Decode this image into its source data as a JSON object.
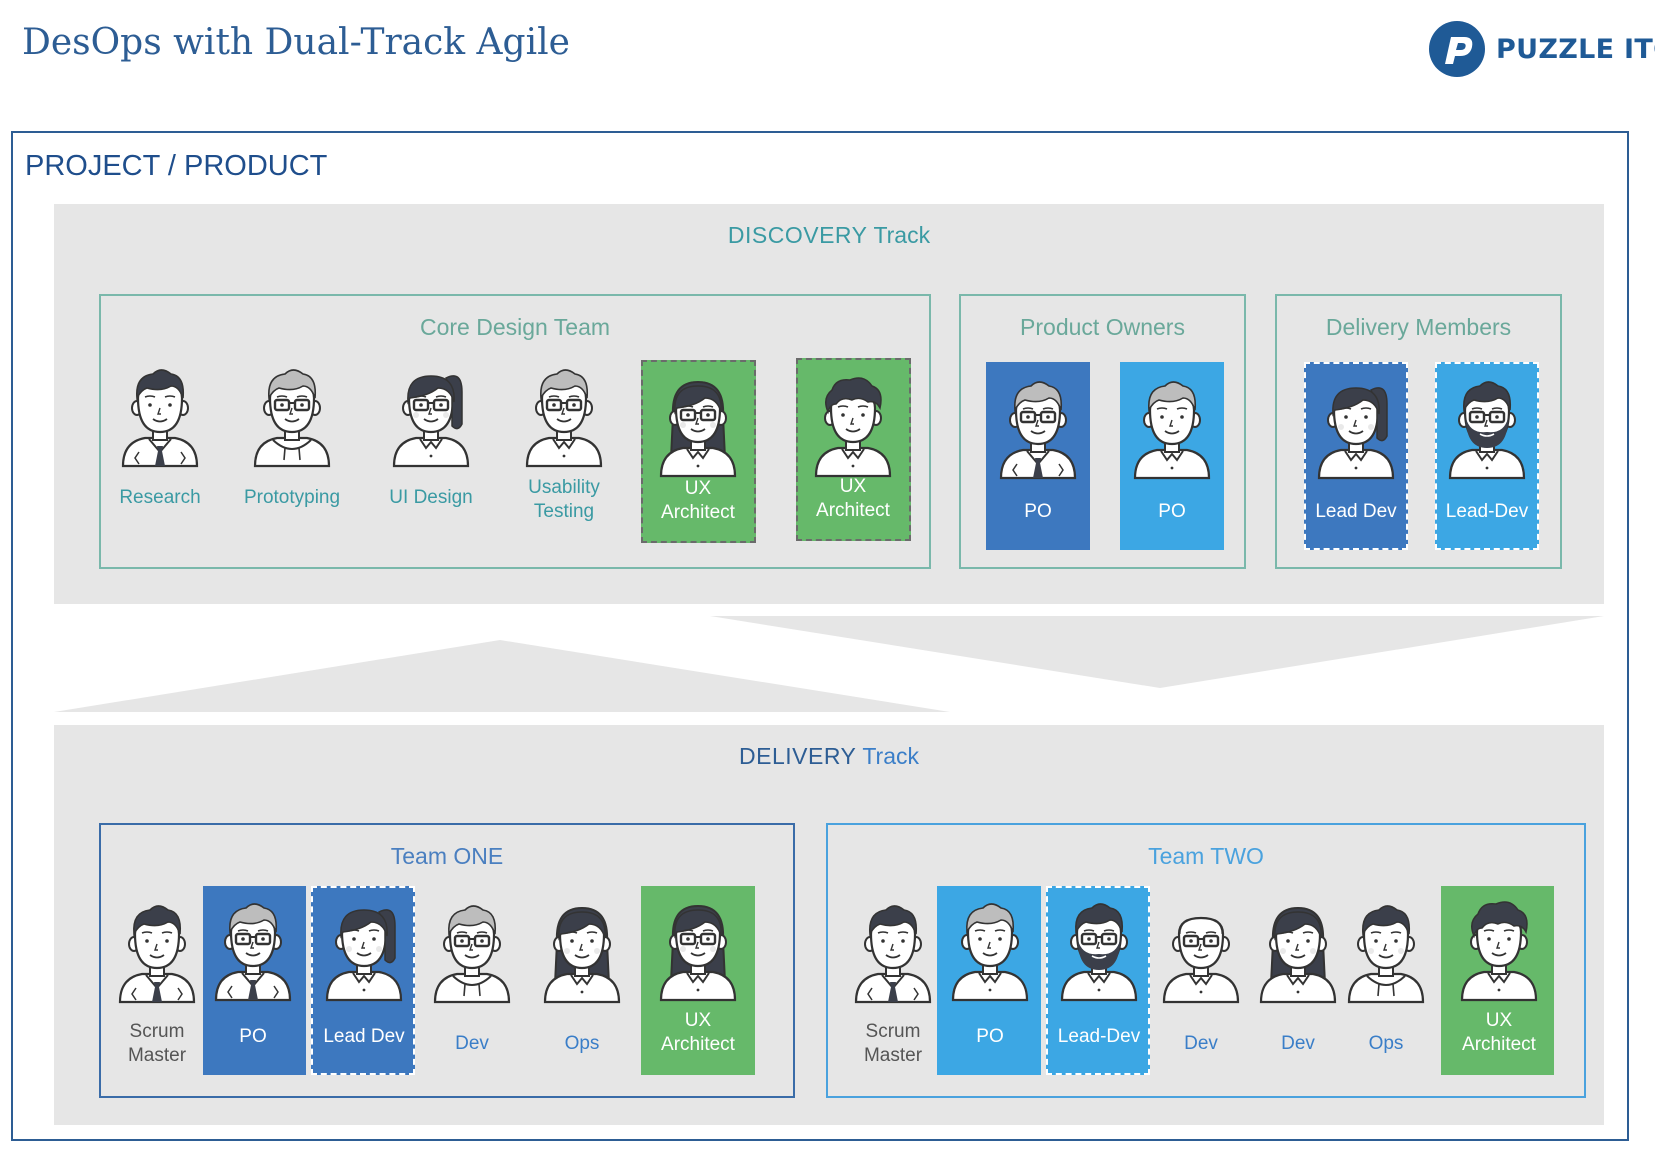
{
  "header": {
    "title": "DesOps with Dual-Track Agile",
    "logo_text": "PUZZLE ITC"
  },
  "project_label": "PROJECT / PRODUCT",
  "discovery": {
    "title_strong": "DISCOVERY",
    "title_light": " Track",
    "groups": [
      {
        "title": "Core Design Team",
        "members": [
          {
            "label_lines": [
              "Research"
            ],
            "avatar": "man-tie-avatar",
            "style": "plain"
          },
          {
            "label_lines": [
              "Prototyping"
            ],
            "avatar": "man-glasses-hoodie-avatar",
            "style": "plain"
          },
          {
            "label_lines": [
              "UI Design"
            ],
            "avatar": "woman-ponytail-glasses-avatar",
            "style": "plain"
          },
          {
            "label_lines": [
              "Usability",
              "Testing"
            ],
            "avatar": "man-glasses-avatar",
            "style": "plain"
          },
          {
            "label_lines": [
              "UX",
              "Architect"
            ],
            "avatar": "woman-glasses-avatar",
            "style": "green-dashed"
          },
          {
            "label_lines": [
              "UX",
              "Architect"
            ],
            "avatar": "man-curly-avatar",
            "style": "green-dashed"
          }
        ]
      },
      {
        "title": "Product Owners",
        "members": [
          {
            "label_lines": [
              "PO"
            ],
            "avatar": "man-glasses-tie-avatar",
            "style": "navy"
          },
          {
            "label_lines": [
              "PO"
            ],
            "avatar": "man-shirt-avatar",
            "style": "sky"
          }
        ]
      },
      {
        "title": "Delivery Members",
        "members": [
          {
            "label_lines": [
              "Lead Dev"
            ],
            "avatar": "woman-ponytail-avatar",
            "style": "navy-dashed"
          },
          {
            "label_lines": [
              "Lead-Dev"
            ],
            "avatar": "man-beard-glasses-avatar",
            "style": "sky-dashed"
          }
        ]
      }
    ]
  },
  "delivery": {
    "title_strong": "DELIVERY",
    "title_light": " Track",
    "teams": [
      {
        "title": "Team ONE",
        "members": [
          {
            "label_lines": [
              "Scrum",
              "Master"
            ],
            "avatar": "man-tie-avatar",
            "style": "plain"
          },
          {
            "label_lines": [
              "PO"
            ],
            "avatar": "man-glasses-tie-avatar",
            "style": "navy"
          },
          {
            "label_lines": [
              "Lead Dev"
            ],
            "avatar": "woman-ponytail-avatar",
            "style": "navy-dashed"
          },
          {
            "label_lines": [
              "Dev"
            ],
            "avatar": "man-glasses-hoodie-avatar",
            "style": "plain"
          },
          {
            "label_lines": [
              "Ops"
            ],
            "avatar": "woman-longhair-avatar",
            "style": "plain"
          },
          {
            "label_lines": [
              "UX",
              "Architect"
            ],
            "avatar": "woman-glasses-avatar",
            "style": "green"
          }
        ]
      },
      {
        "title": "Team TWO",
        "members": [
          {
            "label_lines": [
              "Scrum",
              "Master"
            ],
            "avatar": "man-tie-avatar",
            "style": "plain"
          },
          {
            "label_lines": [
              "PO"
            ],
            "avatar": "man-shirt-avatar",
            "style": "sky"
          },
          {
            "label_lines": [
              "Lead-Dev"
            ],
            "avatar": "man-beard-glasses-avatar",
            "style": "sky-dashed"
          },
          {
            "label_lines": [
              "Dev"
            ],
            "avatar": "man-bald-glasses-avatar",
            "style": "plain"
          },
          {
            "label_lines": [
              "Dev"
            ],
            "avatar": "woman-longhair-avatar",
            "style": "plain"
          },
          {
            "label_lines": [
              "Ops"
            ],
            "avatar": "man-hoodie-avatar",
            "style": "plain"
          },
          {
            "label_lines": [
              "UX",
              "Architect"
            ],
            "avatar": "man-curly-avatar",
            "style": "green"
          }
        ]
      }
    ]
  },
  "colors": {
    "title_blue": "#2d5d94",
    "teal": "#3a9aa3",
    "navy_card": "#3d78bf",
    "sky_card": "#3ca7e4",
    "green_card": "#66b96a",
    "panel_gray": "#e6e6e6"
  }
}
